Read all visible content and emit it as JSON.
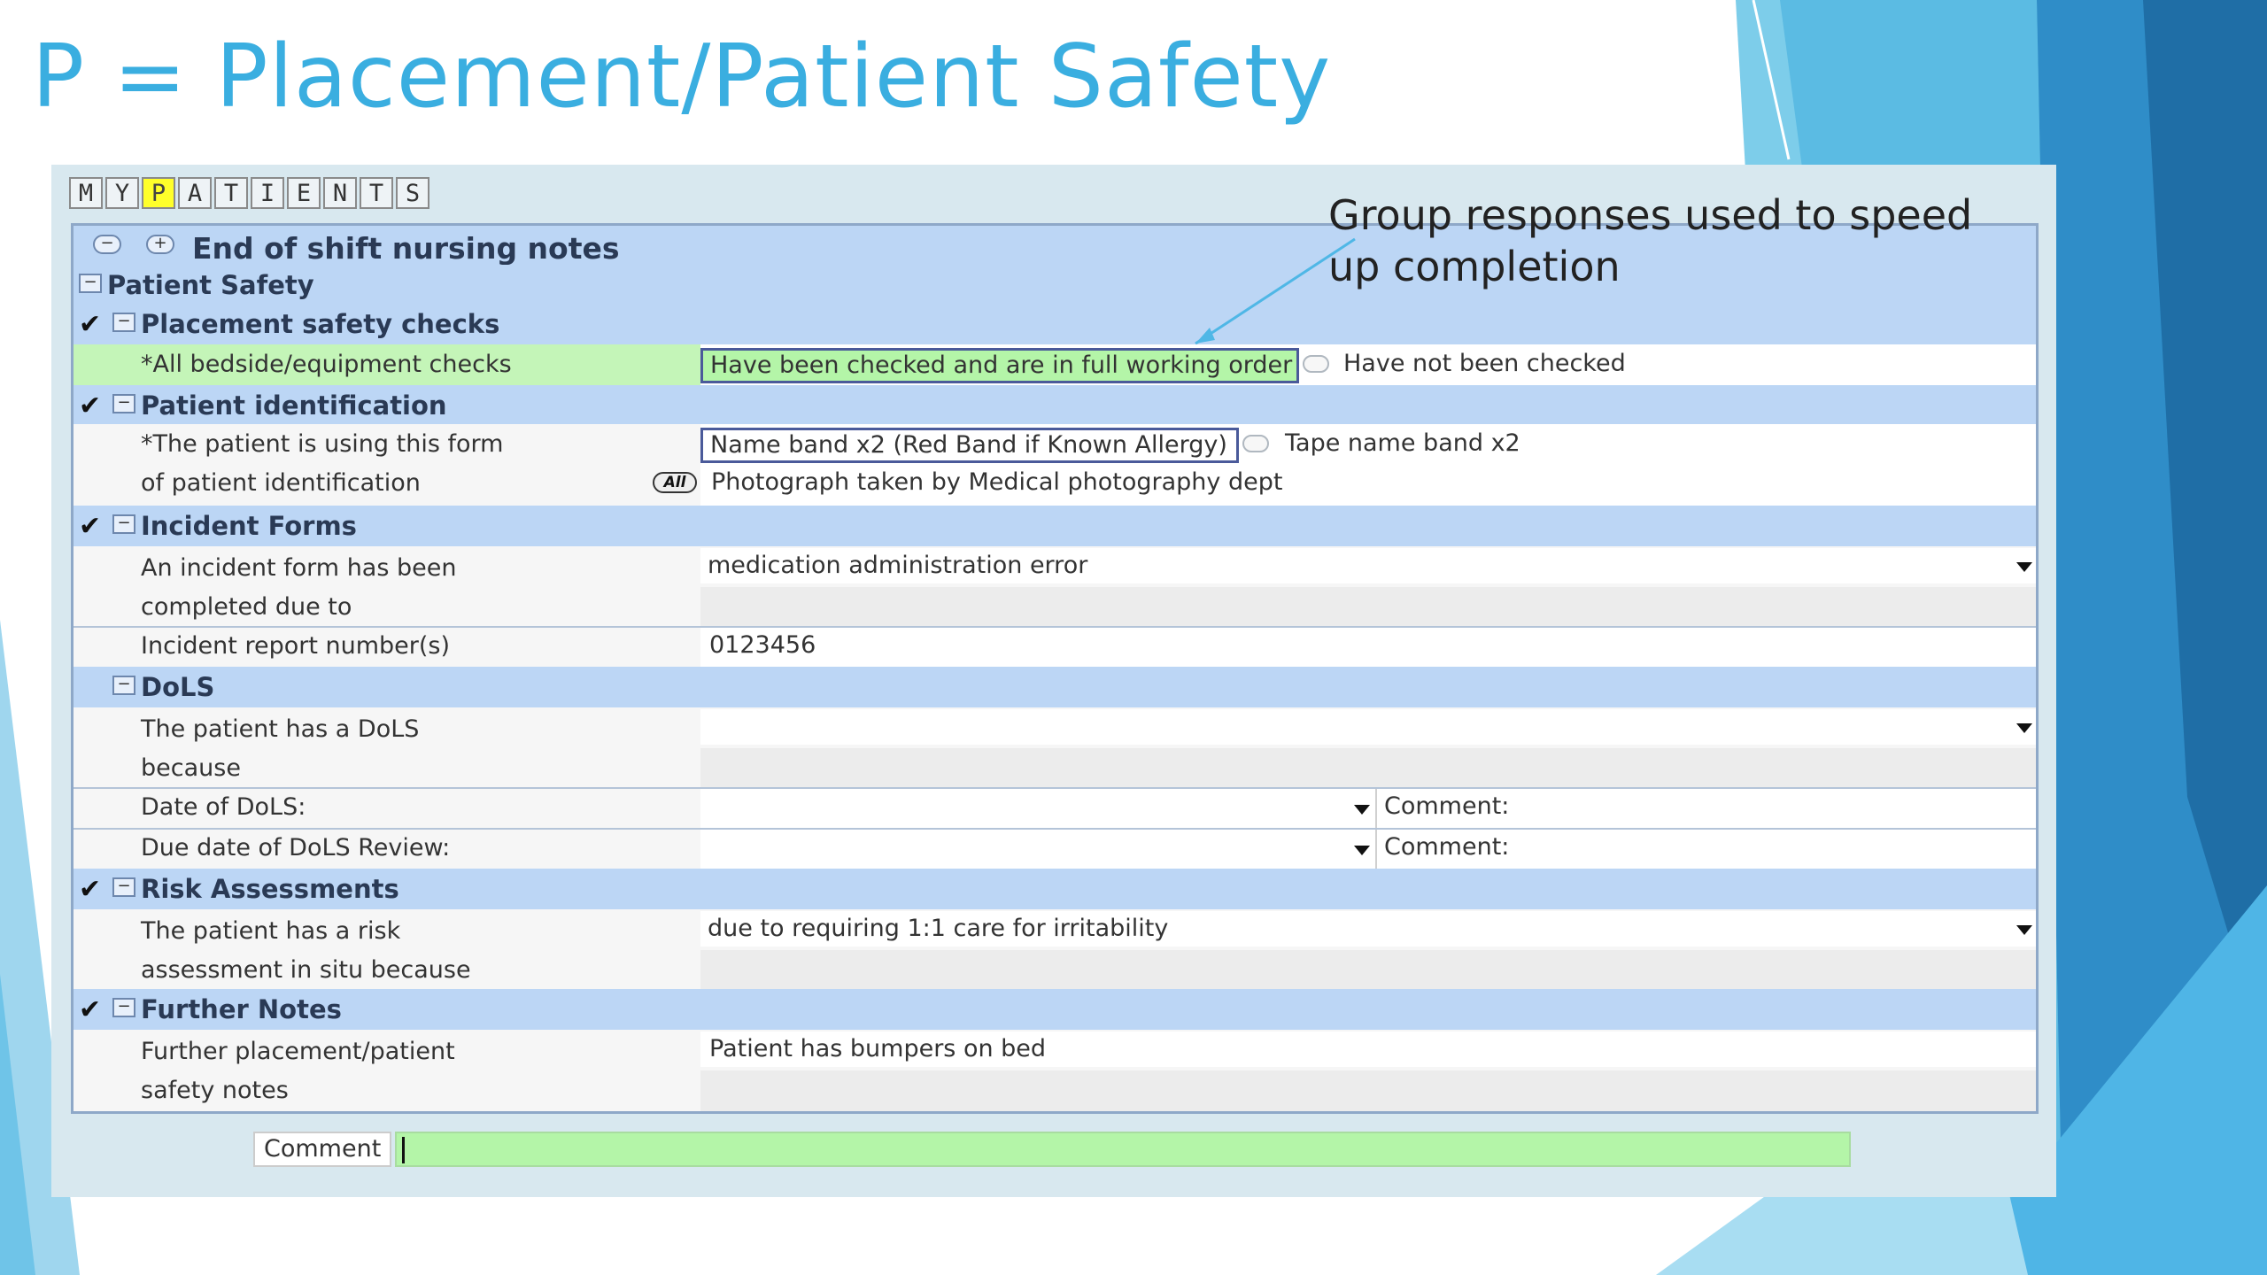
{
  "slide": {
    "title": "P = Placement/Patient Safety",
    "annotation": "Group responses used to speed up completion"
  },
  "colors": {
    "title_blue": "#3aaee0",
    "section_header": "#bcd6f5",
    "highlight_green": "#b4f5a8",
    "active_letter": "#ffff2a"
  },
  "letters": [
    "M",
    "Y",
    "P",
    "A",
    "T",
    "I",
    "E",
    "N",
    "T",
    "S"
  ],
  "active_letter_index": 2,
  "form": {
    "title": "End of shift nursing notes",
    "patient_safety": "Patient Safety",
    "placement": {
      "title": "Placement safety checks",
      "question": "*All bedside/equipment checks",
      "selected": "Have been checked and are in full working order",
      "other": "Have not been checked"
    },
    "identification": {
      "title": "Patient identification",
      "question_line1": "*The patient is using this form",
      "question_line2": "of patient identification",
      "selected": "Name band x2 (Red Band if Known Allergy)",
      "option2": "Tape name band x2",
      "all_badge": "All",
      "option3": "Photograph taken by Medical photography dept"
    },
    "incident": {
      "title": "Incident Forms",
      "question_line1": "An incident form has been",
      "question_line2": "completed due to",
      "answer": "medication administration error",
      "report_label": "Incident report number(s)",
      "report_value": "0123456"
    },
    "dols": {
      "title": "DoLS",
      "question_line1": "The patient has a DoLS",
      "question_line2": "because",
      "date_label": "Date of DoLS:",
      "review_label": "Due date of DoLS Review:",
      "comment_label": "Comment:"
    },
    "risk": {
      "title": "Risk Assessments",
      "question_line1": "The patient has a risk",
      "question_line2": "assessment in situ because",
      "answer": "due to requiring 1:1 care for irritability"
    },
    "further": {
      "title": "Further Notes",
      "question_line1": "Further placement/patient",
      "question_line2": "safety notes",
      "answer": "Patient has bumpers on bed"
    },
    "comment_label": "Comment"
  },
  "icons": {
    "check": "checkmark-icon",
    "collapse": "minus-icon",
    "expand": "plus-icon",
    "dropdown": "chevron-down-icon",
    "comment": "speech-bubble-icon"
  }
}
